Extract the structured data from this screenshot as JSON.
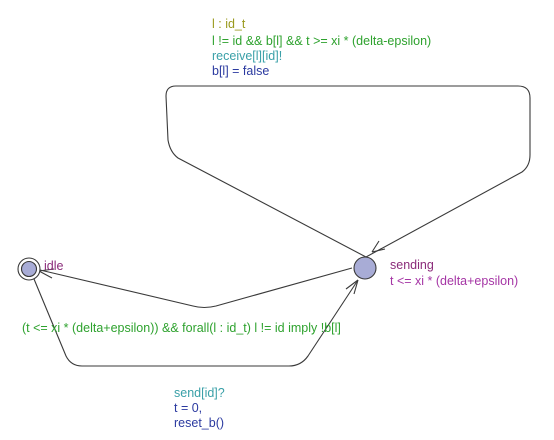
{
  "colors": {
    "location_fill": "#a8acd6",
    "location_stroke": "#3a3a3a",
    "location_name": "#8b2c7a",
    "invariant": "#a535a5",
    "select": "#9a9a1e",
    "guard": "#2ea22e",
    "sync": "#3aa0a8",
    "update": "#2b3aa0"
  },
  "locations": {
    "idle": {
      "name": "idle",
      "initial": true
    },
    "sending": {
      "name": "sending",
      "invariant": "t <= xi * (delta+epsilon)"
    }
  },
  "edges": {
    "self_loop": {
      "select": "l : id_t",
      "guard": "l != id && b[l] && t >= xi * (delta-epsilon)",
      "sync": "receive[l][id]!",
      "update": "b[l] = false"
    },
    "to_idle": {
      "guard": "(t <= xi * (delta+epsilon)) && forall(l : id_t) l != id imply !b[l]"
    },
    "to_sending": {
      "sync": "send[id]?",
      "update_1": "t = 0,",
      "update_2": "reset_b()"
    }
  }
}
